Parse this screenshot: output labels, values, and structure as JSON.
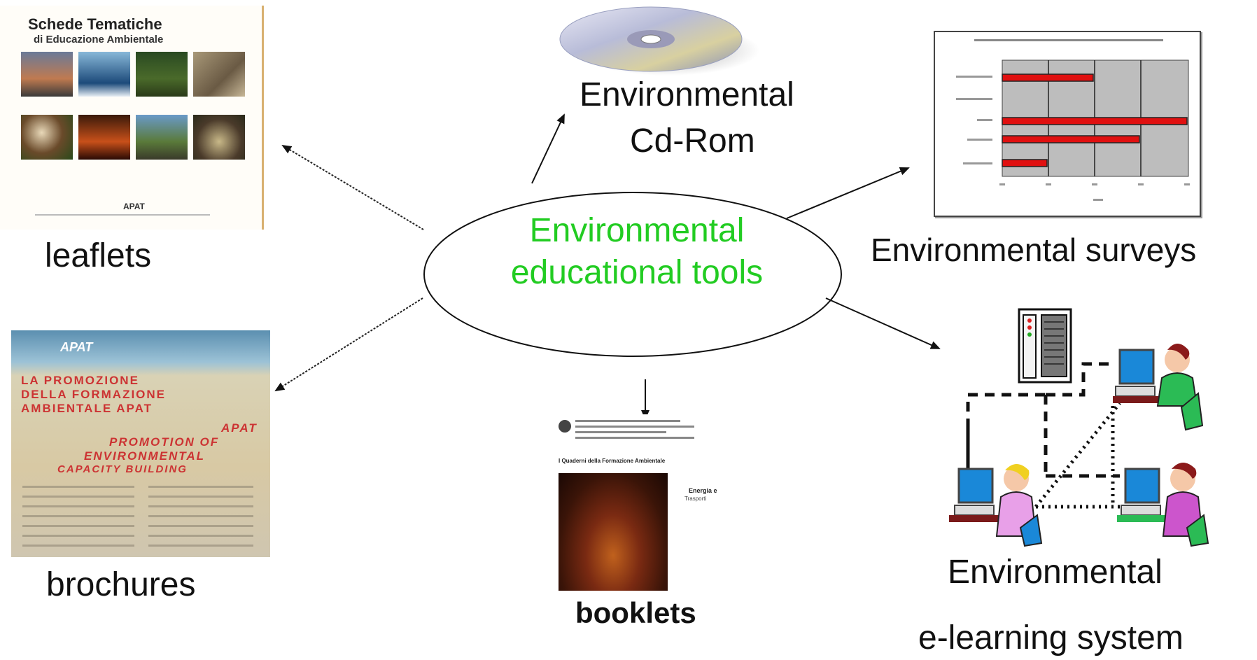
{
  "center": {
    "line1": "Environmental",
    "line2": "educational tools",
    "color": "#22cc22"
  },
  "labels": {
    "leaflets": "leaflets",
    "brochures": "brochures",
    "booklets": "booklets",
    "cdrom_line1": "Environmental",
    "cdrom_line2": "Cd-Rom",
    "surveys": "Environmental surveys",
    "elearning_line1": "Environmental",
    "elearning_line2": "e-learning system"
  },
  "leaflet_card": {
    "title": "Schede Tematiche",
    "subtitle": "di Educazione Ambientale",
    "footer": "APAT"
  },
  "brochure_card": {
    "logo": "APAT",
    "heading_it_1": "LA PROMOZIONE",
    "heading_it_2": "DELLA FORMAZIONE",
    "heading_it_3": "AMBIENTALE APAT",
    "heading_en_1": "APAT",
    "heading_en_2": "PROMOTION OF",
    "heading_en_3": "ENVIRONMENTAL",
    "heading_en_4": "CAPACITY BUILDING"
  },
  "booklet_card": {
    "series": "I Quaderni della Formazione Ambientale",
    "subject_1": "Energia e",
    "subject_2": "Trasporti"
  },
  "icons": [
    "cd-rom-icon",
    "server-icon",
    "workstation-user-icon"
  ]
}
